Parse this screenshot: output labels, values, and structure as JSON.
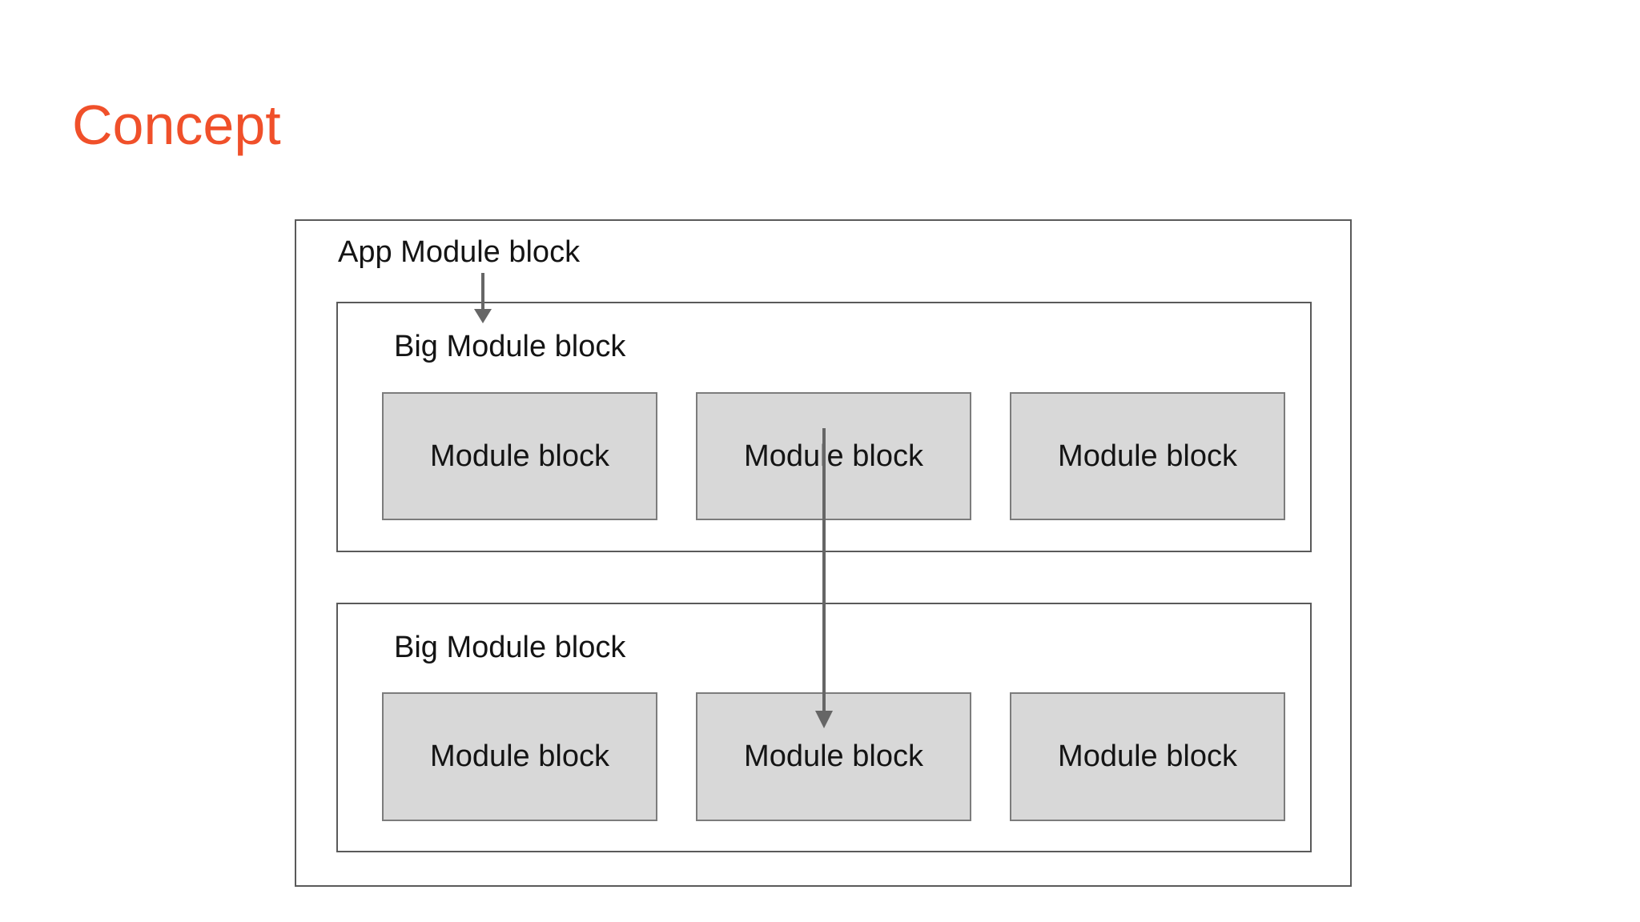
{
  "slide": {
    "title": "Concept",
    "title_color": "#F0502A",
    "background_color": "#FFFFFF"
  },
  "diagram": {
    "app_block": {
      "label": "App Module block"
    },
    "big_blocks": [
      {
        "label": "Big Module block",
        "modules": [
          {
            "label": "Module block"
          },
          {
            "label": "Module block"
          },
          {
            "label": "Module block"
          }
        ]
      },
      {
        "label": "Big Module block",
        "modules": [
          {
            "label": "Module block"
          },
          {
            "label": "Module block"
          },
          {
            "label": "Module block"
          }
        ]
      }
    ],
    "arrows": [
      {
        "name": "app-label-to-top-big-module",
        "direction": "down"
      },
      {
        "name": "top-middle-module-to-bottom-middle-module",
        "direction": "down"
      }
    ],
    "colors": {
      "box_border": "#5A5A5A",
      "module_fill": "#D8D8D8",
      "module_border": "#7C7C7C",
      "arrow": "#666666",
      "text": "#141414"
    }
  }
}
